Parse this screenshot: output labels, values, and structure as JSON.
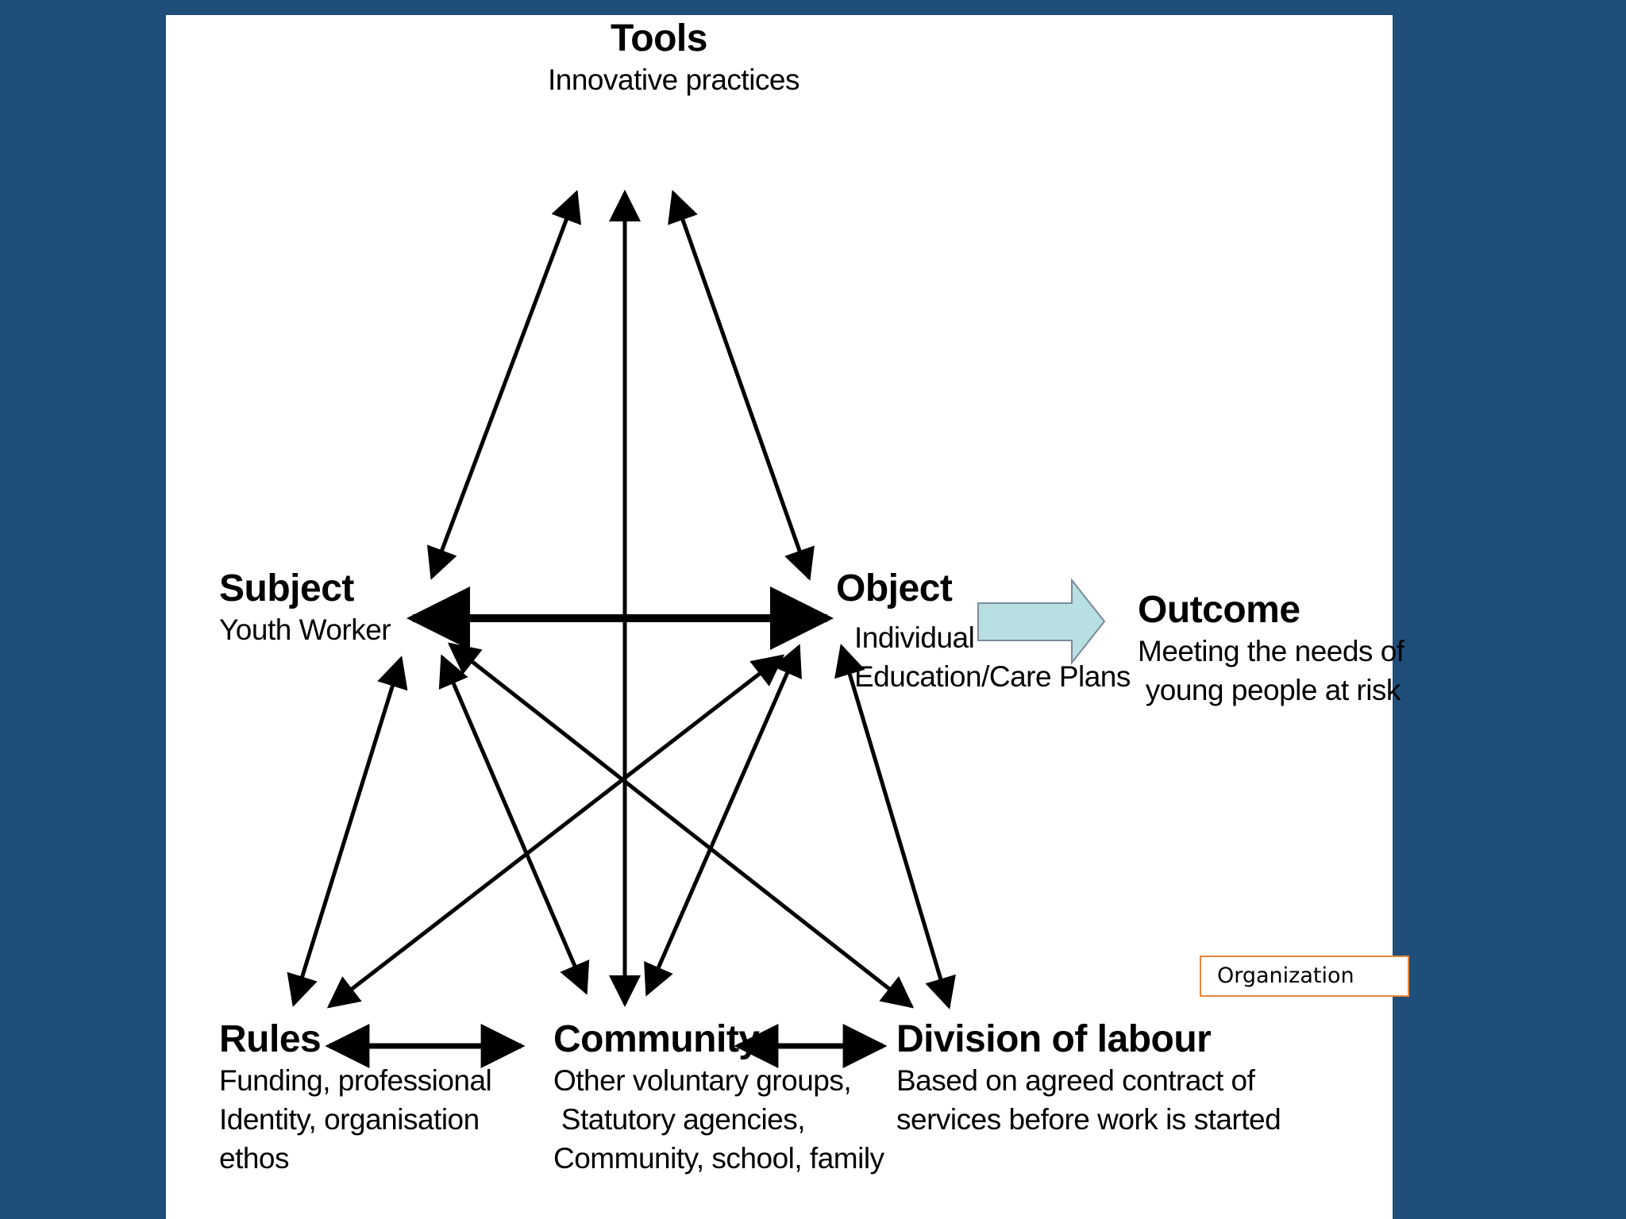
{
  "nodes": {
    "tools": {
      "title": "Tools",
      "desc": "Innovative practices"
    },
    "subject": {
      "title": "Subject",
      "desc": "Youth Worker"
    },
    "object": {
      "title": "Object",
      "desc": "Individual\nEducation/Care Plans"
    },
    "outcome": {
      "title": "Outcome",
      "desc": "Meeting the needs of\n young people at risk"
    },
    "rules": {
      "title": "Rules",
      "desc": "Funding, professional\nIdentity, organisation\nethos"
    },
    "community": {
      "title": "Community",
      "desc": "Other voluntary groups,\n Statutory agencies,\nCommunity, school, family"
    },
    "division": {
      "title": "Division of labour",
      "desc": "Based on agreed contract of\nservices before work is started"
    }
  },
  "annotation": {
    "label": "Organization"
  },
  "colors": {
    "background": "#1f4e7a",
    "canvas": "#ffffff",
    "arrow": "#000000",
    "outcome_arrow_fill": "#b8e0e2",
    "annotation_border": "#e8863a"
  },
  "edges": [
    {
      "from": "subject",
      "to": "tools",
      "style": "double"
    },
    {
      "from": "object",
      "to": "tools",
      "style": "double"
    },
    {
      "from": "community",
      "to": "tools",
      "style": "double"
    },
    {
      "from": "subject",
      "to": "object",
      "style": "double-thick"
    },
    {
      "from": "rules",
      "to": "subject",
      "style": "double"
    },
    {
      "from": "rules",
      "to": "object",
      "style": "double"
    },
    {
      "from": "community",
      "to": "subject",
      "style": "double"
    },
    {
      "from": "community",
      "to": "object",
      "style": "double"
    },
    {
      "from": "division",
      "to": "subject",
      "style": "double"
    },
    {
      "from": "division",
      "to": "object",
      "style": "double"
    },
    {
      "from": "rules",
      "to": "community",
      "style": "double"
    },
    {
      "from": "community",
      "to": "division",
      "style": "double"
    },
    {
      "from": "object",
      "to": "outcome",
      "style": "block-arrow"
    }
  ]
}
